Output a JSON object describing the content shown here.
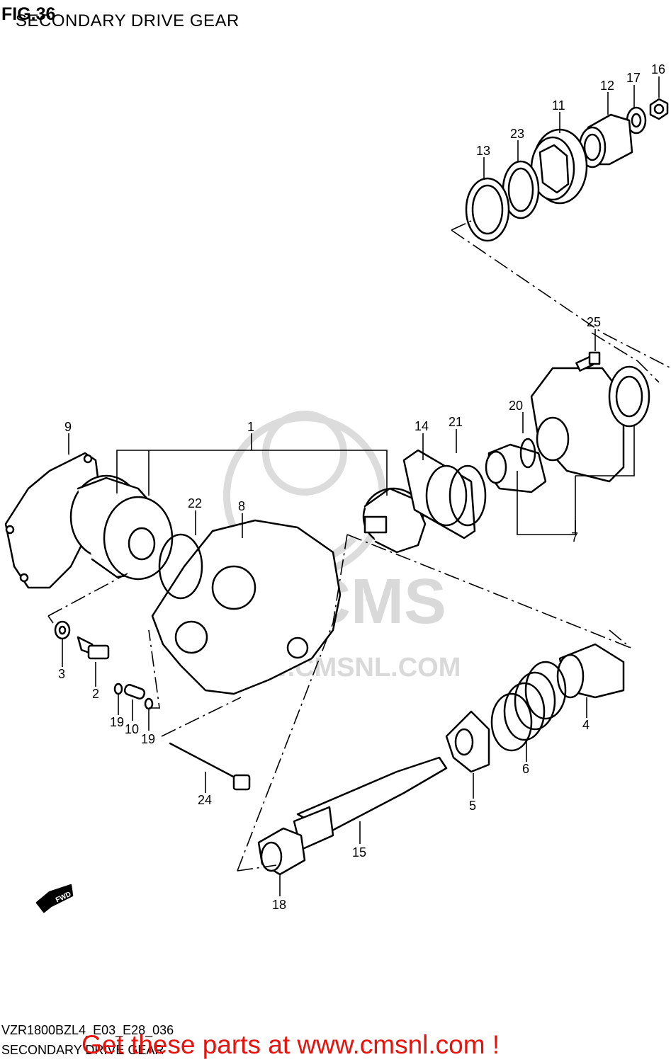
{
  "figure": {
    "title": "FIG.36",
    "subtitle": "SECONDARY DRIVE GEAR"
  },
  "callouts": [
    "1",
    "2",
    "3",
    "4",
    "5",
    "6",
    "7",
    "8",
    "9",
    "10",
    "11",
    "12",
    "13",
    "14",
    "15",
    "16",
    "17",
    "18",
    "19",
    "19",
    "20",
    "21",
    "22",
    "23",
    "24",
    "25"
  ],
  "callout_labels": {
    "c1": "1",
    "c2": "2",
    "c3": "3",
    "c4": "4",
    "c5": "5",
    "c6": "6",
    "c7": "7",
    "c8": "8",
    "c9": "9",
    "c10": "10",
    "c11": "11",
    "c12": "12",
    "c13": "13",
    "c14": "14",
    "c15": "15",
    "c16": "16",
    "c17": "17",
    "c18": "18",
    "c19a": "19",
    "c19b": "19",
    "c20": "20",
    "c21": "21",
    "c22": "22",
    "c23": "23",
    "c24": "24",
    "c25": "25"
  },
  "fwd_label": "FWD",
  "watermark": {
    "site": "WWW.CMSNL.COM",
    "brand": "CMS"
  },
  "footer": {
    "model_code": "VZR1800BZL4_E03_E28_036",
    "title": "SECONDARY DRIVE GEAR",
    "promo": "Get these parts at www.cmsnl.com !"
  },
  "colors": {
    "line": "#000000",
    "promo": "#e8120c",
    "watermark": "#d9d9d9"
  }
}
